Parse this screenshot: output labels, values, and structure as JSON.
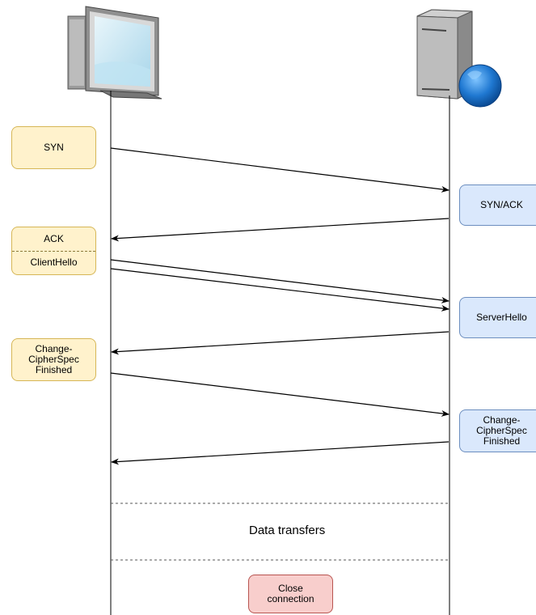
{
  "nodes": {
    "client_device": "client-computer-icon",
    "server_device": "server-globe-icon"
  },
  "client_messages": {
    "syn": "SYN",
    "ack": "ACK",
    "client_hello": "ClientHello",
    "change_cipher": [
      "Change-",
      "CipherSpec",
      "Finished"
    ]
  },
  "server_messages": {
    "syn_ack": "SYN/ACK",
    "server_hello": "ServerHello",
    "change_cipher": [
      "Change-",
      "CipherSpec",
      "Finished"
    ]
  },
  "data_transfers": "Data transfers",
  "close": [
    "Close",
    "connection"
  ],
  "colors": {
    "client_fill": "#fff2cc",
    "client_stroke": "#d6b656",
    "server_fill": "#dae8fc",
    "server_stroke": "#6c8ebf",
    "close_fill": "#f8cecc",
    "close_stroke": "#b85450"
  }
}
